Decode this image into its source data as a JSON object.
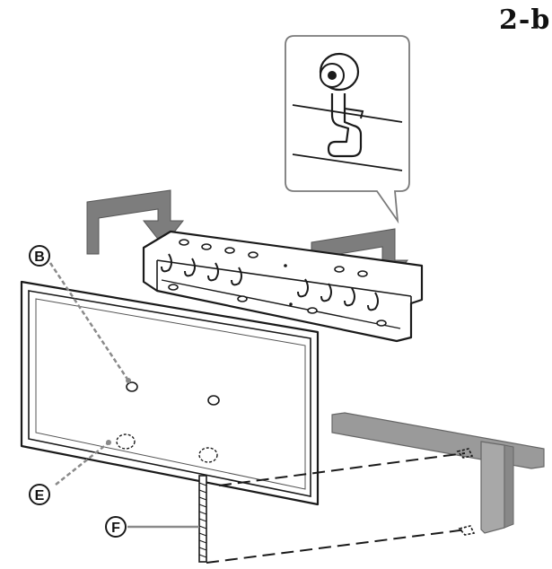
{
  "diagram": {
    "step_label": "2-b",
    "callouts": {
      "b": "B",
      "e": "E",
      "f": "F"
    },
    "colors": {
      "line": "#1a1a1a",
      "arrow_gray": "#7d7d7d",
      "leader_gray": "#8a8a8a",
      "stand_gray": "#9a9a9a",
      "stand_dark": "#888888",
      "screen_border": "#555555"
    },
    "icons": [
      "down-arrow-icon",
      "spacer-icon",
      "hook-icon"
    ]
  }
}
